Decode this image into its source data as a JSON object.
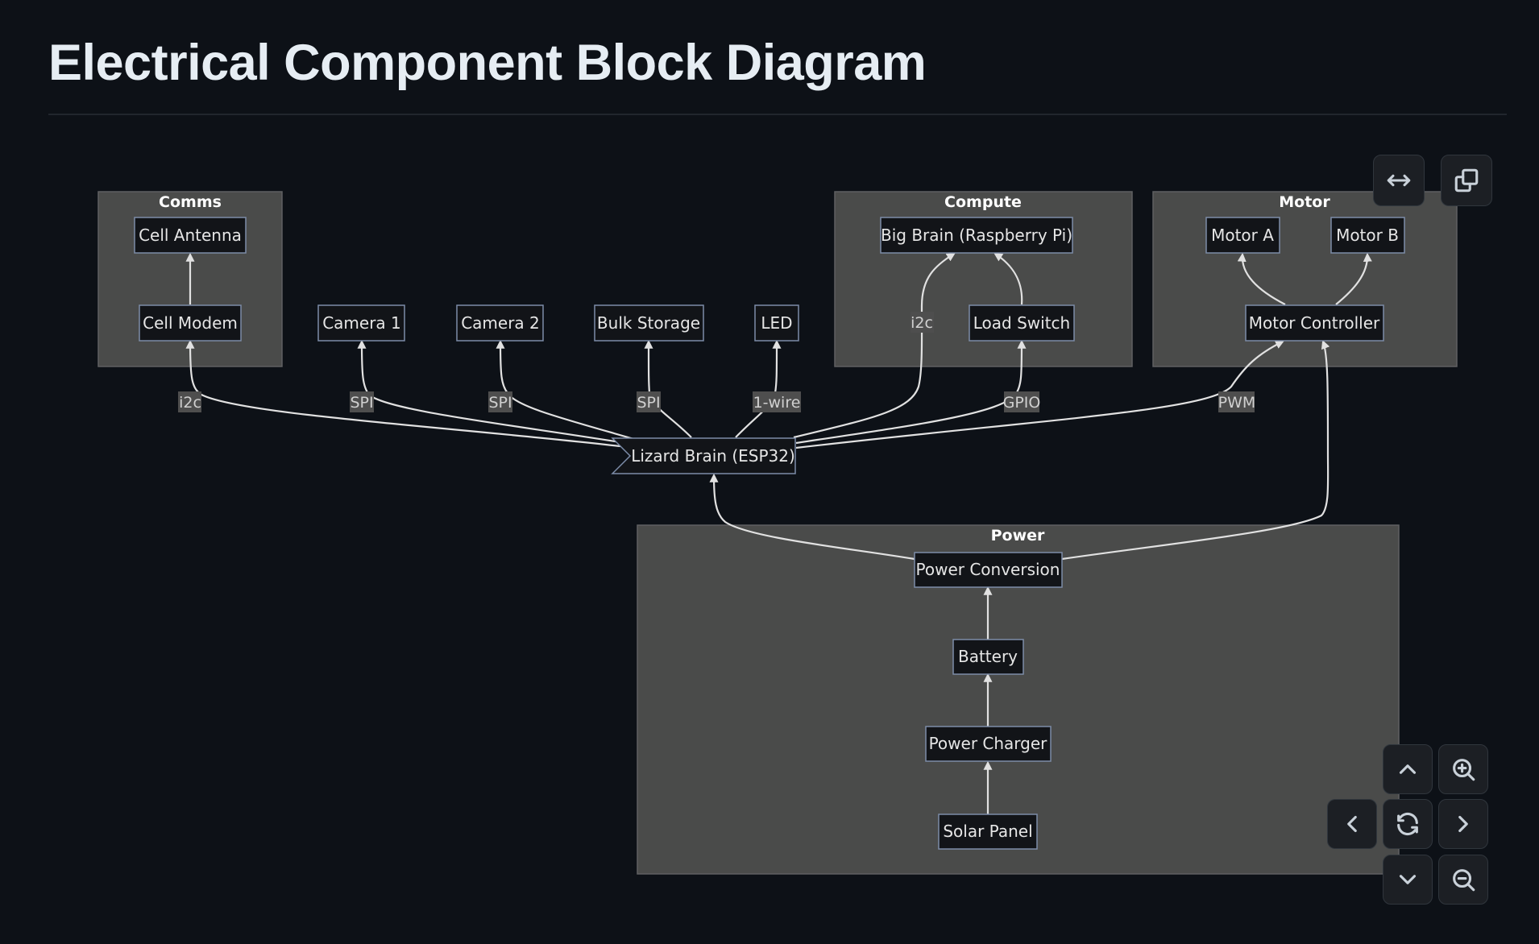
{
  "title": "Electrical Component Block Diagram",
  "toolbar": {
    "top": [
      {
        "name": "fullscreen-button",
        "icon": "arrows-horizontal-icon"
      },
      {
        "name": "copy-button",
        "icon": "copy-icon"
      }
    ],
    "nav": [
      {
        "name": "pan-up-button",
        "icon": "chevron-up-icon"
      },
      {
        "name": "zoom-in-button",
        "icon": "zoom-in-icon"
      },
      {
        "name": "pan-left-button",
        "icon": "chevron-left-icon"
      },
      {
        "name": "reset-view-button",
        "icon": "refresh-icon"
      },
      {
        "name": "pan-right-button",
        "icon": "chevron-right-icon"
      },
      {
        "name": "pan-down-button",
        "icon": "chevron-down-icon"
      },
      {
        "name": "zoom-out-button",
        "icon": "zoom-out-icon"
      }
    ]
  },
  "diagram": {
    "clusters": [
      {
        "id": "comms",
        "label": "Comms"
      },
      {
        "id": "compute",
        "label": "Compute"
      },
      {
        "id": "motor",
        "label": "Motor"
      },
      {
        "id": "power",
        "label": "Power"
      }
    ],
    "nodes": [
      {
        "id": "cell_antenna",
        "label": "Cell Antenna",
        "cluster": "comms"
      },
      {
        "id": "cell_modem",
        "label": "Cell Modem",
        "cluster": "comms"
      },
      {
        "id": "camera1",
        "label": "Camera 1"
      },
      {
        "id": "camera2",
        "label": "Camera 2"
      },
      {
        "id": "bulk_storage",
        "label": "Bulk Storage"
      },
      {
        "id": "led",
        "label": "LED"
      },
      {
        "id": "big_brain",
        "label": "Big Brain (Raspberry Pi)",
        "cluster": "compute"
      },
      {
        "id": "load_switch",
        "label": "Load Switch",
        "cluster": "compute"
      },
      {
        "id": "motor_a",
        "label": "Motor A",
        "cluster": "motor"
      },
      {
        "id": "motor_b",
        "label": "Motor B",
        "cluster": "motor"
      },
      {
        "id": "motor_controller",
        "label": "Motor Controller",
        "cluster": "motor"
      },
      {
        "id": "lizard_brain",
        "label": "Lizard Brain (ESP32)",
        "shape": "flag"
      },
      {
        "id": "power_conversion",
        "label": "Power Conversion",
        "cluster": "power"
      },
      {
        "id": "battery",
        "label": "Battery",
        "cluster": "power"
      },
      {
        "id": "power_charger",
        "label": "Power Charger",
        "cluster": "power"
      },
      {
        "id": "solar_panel",
        "label": "Solar Panel",
        "cluster": "power"
      }
    ],
    "edges": [
      {
        "from": "cell_modem",
        "to": "cell_antenna",
        "label": ""
      },
      {
        "from": "lizard_brain",
        "to": "cell_modem",
        "label": "i2c"
      },
      {
        "from": "lizard_brain",
        "to": "camera1",
        "label": "SPI"
      },
      {
        "from": "lizard_brain",
        "to": "camera2",
        "label": "SPI"
      },
      {
        "from": "lizard_brain",
        "to": "bulk_storage",
        "label": "SPI"
      },
      {
        "from": "lizard_brain",
        "to": "led",
        "label": "1-wire"
      },
      {
        "from": "lizard_brain",
        "to": "big_brain",
        "label": "i2c"
      },
      {
        "from": "load_switch",
        "to": "big_brain",
        "label": ""
      },
      {
        "from": "lizard_brain",
        "to": "load_switch",
        "label": "GPIO"
      },
      {
        "from": "lizard_brain",
        "to": "motor_controller",
        "label": "PWM"
      },
      {
        "from": "motor_controller",
        "to": "motor_a",
        "label": ""
      },
      {
        "from": "motor_controller",
        "to": "motor_b",
        "label": ""
      },
      {
        "from": "power_conversion",
        "to": "lizard_brain",
        "label": ""
      },
      {
        "from": "power_conversion",
        "to": "motor_controller",
        "label": ""
      },
      {
        "from": "battery",
        "to": "power_conversion",
        "label": ""
      },
      {
        "from": "power_charger",
        "to": "battery",
        "label": ""
      },
      {
        "from": "solar_panel",
        "to": "power_charger",
        "label": ""
      }
    ]
  }
}
